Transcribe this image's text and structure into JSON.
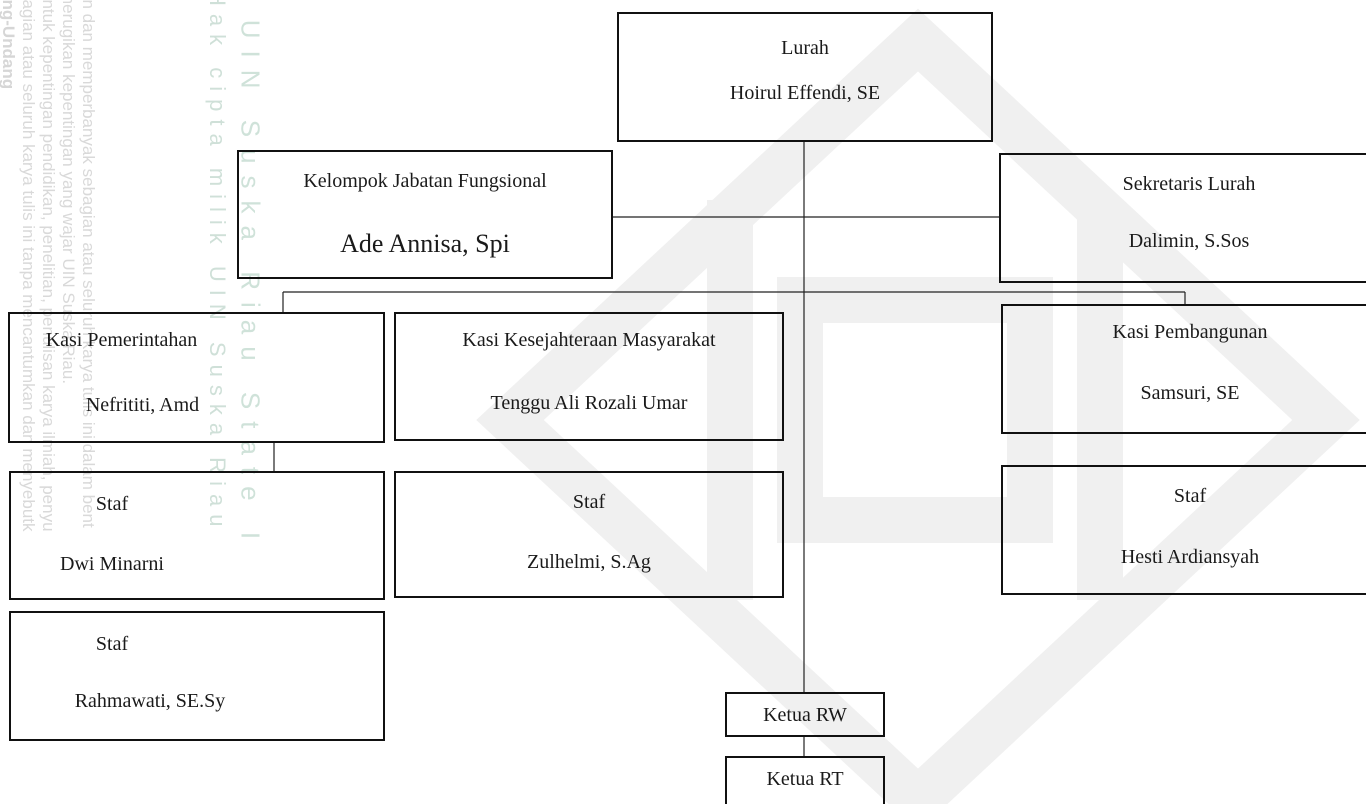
{
  "watermark": {
    "lines": [
      "Hak cipta milik UIN Suska Riau",
      "ang-Undang",
      "bagian atau seluruh karya tulis ini tanpa mencantumkan dan menyebutk",
      "untuk kepentingan pendidikan, penelitian, penulisan karya ilmiah, penyu",
      "merugikan kepentingan yang wajar UIN Suska Riau.",
      "an dan memperbanyak sebagian atau seluruh karya tulis ini dalam bent"
    ],
    "side": "k UIN Suska Riau        State I",
    "color": "#dcdcdc"
  },
  "org": {
    "lurah": {
      "title": "Lurah",
      "name": "Hoirul Effendi, SE"
    },
    "fungsional": {
      "title": "Kelompok Jabatan Fungsional",
      "name": "Ade Annisa, Spi"
    },
    "sekretaris": {
      "title": "Sekretaris Lurah",
      "name": "Dalimin, S.Sos"
    },
    "pemerintahan": {
      "title": "Kasi Pemerintahan",
      "name": "Nefrititi, Amd"
    },
    "kesejahteraan": {
      "title": "Kasi Kesejahteraan Masyarakat",
      "name": "Tenggu Ali Rozali Umar"
    },
    "pembangunan": {
      "title": "Kasi Pembangunan",
      "name": "Samsuri, SE"
    },
    "staf_pem_1": {
      "title": "Staf",
      "name": "Dwi Minarni"
    },
    "staf_pem_2": {
      "title": "Staf",
      "name": "Rahmawati, SE.Sy"
    },
    "staf_kes": {
      "title": "Staf",
      "name": "Zulhelmi, S.Ag"
    },
    "staf_pemb": {
      "title": "Staf",
      "name": "Hesti Ardiansyah"
    },
    "rw": {
      "title": "Ketua RW"
    },
    "rt": {
      "title": "Ketua RT"
    }
  }
}
